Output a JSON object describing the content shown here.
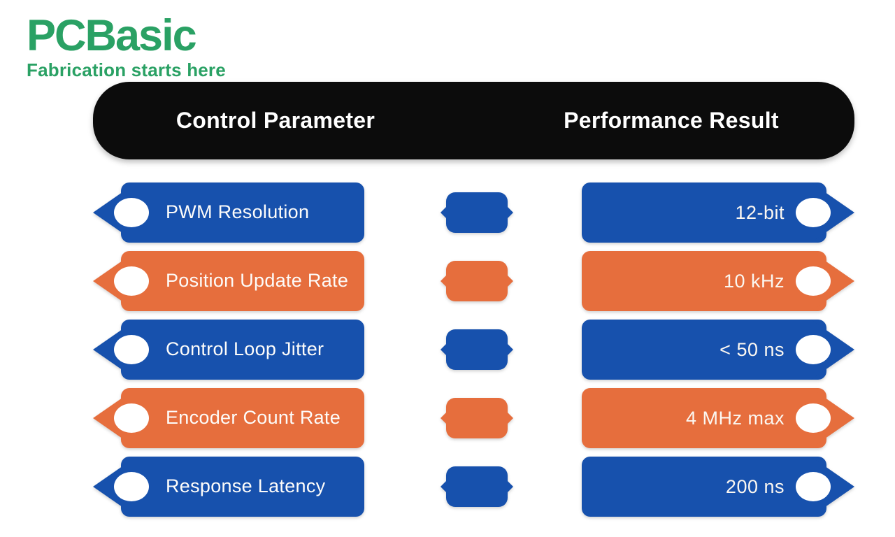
{
  "brand": {
    "logo_text": "PCBasic",
    "tagline": "Fabrication starts here"
  },
  "header": {
    "left_title": "Control Parameter",
    "right_title": "Performance Result"
  },
  "colors": {
    "blue": "#1751ad",
    "orange": "#e66e3d",
    "black": "#0c0c0c",
    "green": "#2aa164"
  },
  "rows": [
    {
      "parameter": "PWM Resolution",
      "result": "12-bit",
      "color": "blue"
    },
    {
      "parameter": "Position Update Rate",
      "result": "10 kHz",
      "color": "orange"
    },
    {
      "parameter": "Control Loop Jitter",
      "result": "< 50 ns",
      "color": "blue"
    },
    {
      "parameter": "Encoder Count Rate",
      "result": "4 MHz max",
      "color": "orange"
    },
    {
      "parameter": "Response Latency",
      "result": "200 ns",
      "color": "blue"
    }
  ],
  "chart_data": {
    "type": "table",
    "columns": [
      "Control Parameter",
      "Performance Result"
    ],
    "rows": [
      [
        "PWM Resolution",
        "12-bit"
      ],
      [
        "Position Update Rate",
        "10 kHz"
      ],
      [
        "Control Loop Jitter",
        "< 50 ns"
      ],
      [
        "Encoder Count Rate",
        "4 MHz max"
      ],
      [
        "Response Latency",
        "200 ns"
      ]
    ]
  }
}
